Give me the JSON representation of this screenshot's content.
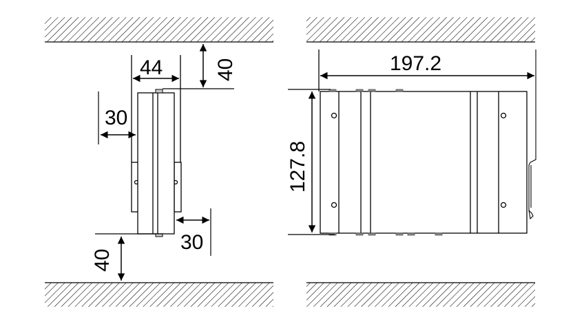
{
  "diagram": {
    "type": "mounting clearance dimension drawing",
    "units": "mm",
    "side_view": {
      "device_width": "44",
      "clearance_top": "40",
      "clearance_bottom": "40",
      "clearance_left": "30",
      "clearance_right": "30"
    },
    "front_view": {
      "device_width": "197.2",
      "device_height": "127.8"
    },
    "colors": {
      "line": "#000000",
      "background": "#ffffff",
      "part_fill": "#ffffff",
      "connector_fill": "#888888"
    }
  }
}
